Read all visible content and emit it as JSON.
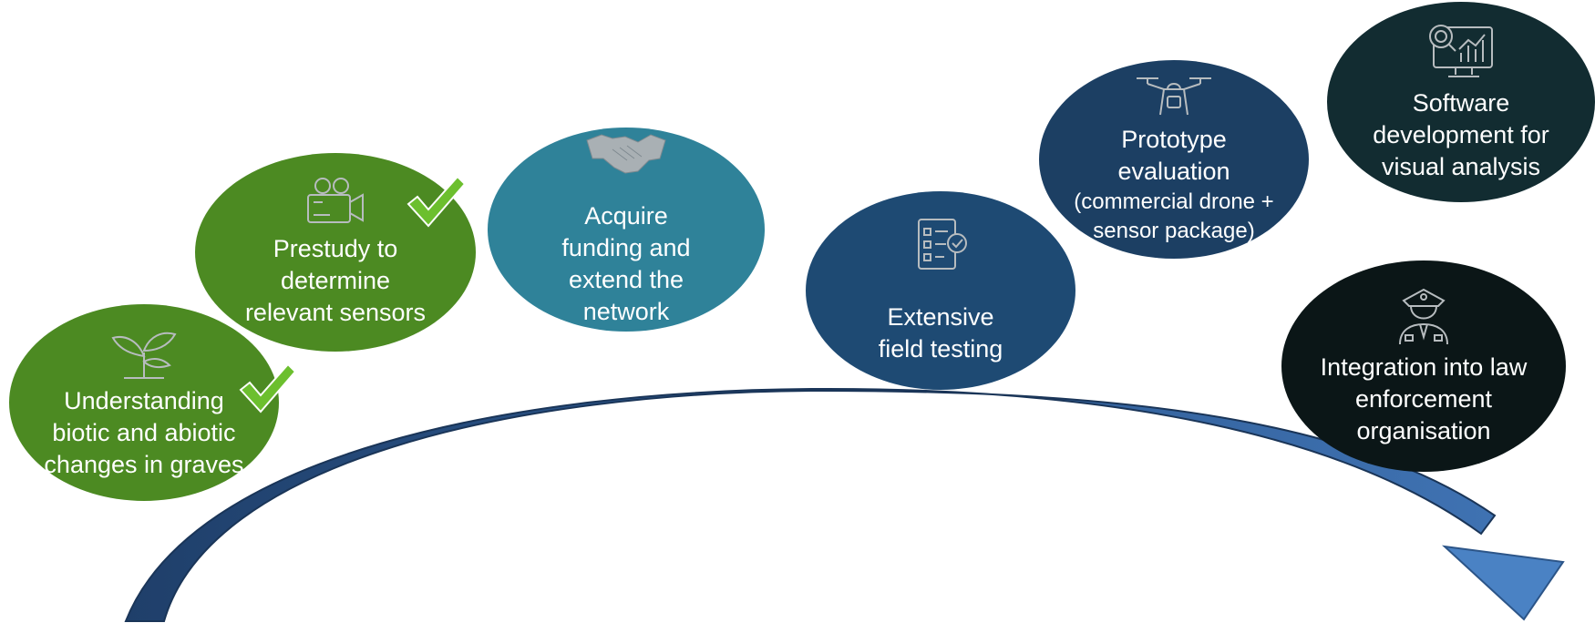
{
  "stages": [
    {
      "id": "understanding",
      "label": "Understanding\nbiotic and abiotic\nchanges in graves",
      "icon": "plant-sprout-icon",
      "completed": true,
      "color": "#4c8a22"
    },
    {
      "id": "prestudy",
      "label": "Prestudy to\ndetermine\nrelevant sensors",
      "icon": "video-camera-icon",
      "completed": true,
      "color": "#4c8a22"
    },
    {
      "id": "funding",
      "label": "Acquire\nfunding and\nextend the\nnetwork",
      "icon": "handshake-icon",
      "completed": false,
      "color": "#2f8299"
    },
    {
      "id": "field-testing",
      "label": "Extensive\nfield testing",
      "icon": "checklist-icon",
      "completed": false,
      "color": "#1e4a73"
    },
    {
      "id": "prototype",
      "label": "Prototype\nevaluation",
      "sublabel": "(commercial drone +\nsensor package)",
      "icon": "drone-icon",
      "completed": false,
      "color": "#1c3f63"
    },
    {
      "id": "software",
      "label": "Software\ndevelopment for\nvisual analysis",
      "icon": "analytics-monitor-icon",
      "completed": false,
      "color": "#122c31"
    },
    {
      "id": "integration",
      "label": "Integration into law\nenforcement\norganisation",
      "icon": "police-officer-icon",
      "completed": false,
      "color": "#0b1617"
    }
  ],
  "colors": {
    "arrow_fill": "#2e5a91",
    "arrow_head": "#4a82c4",
    "check": "#6cbf2e",
    "icon_stroke": "#b7bcbf"
  }
}
